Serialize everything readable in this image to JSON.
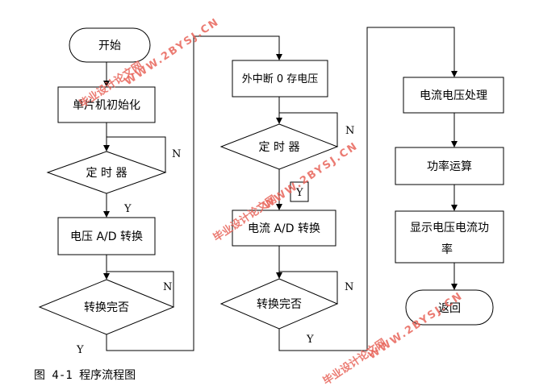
{
  "caption": "图 4-1 程序流程图",
  "nodes": {
    "start": "开始",
    "init": "单片机初始化",
    "timer1": "定 时 器",
    "adc_voltage": "电压 A/D 转换",
    "done1": "转换完否",
    "ext_interrupt": "外中断 0 存电压",
    "timer2": "定 时 器",
    "adc_current": "电流 A/D 转换",
    "done2": "转换完否",
    "process": "电流电压处理",
    "power_calc": "功率运算",
    "display_line1": "显示电压电流功",
    "display_line2": "率",
    "return": "返回"
  },
  "labels": {
    "yes": "Y",
    "no": "N"
  },
  "watermarks": {
    "line1": "毕业设计论文网",
    "line2": "WWW.2BYSJ.CN"
  },
  "colors": {
    "stroke": "#000000",
    "watermark": "#e8645a"
  }
}
